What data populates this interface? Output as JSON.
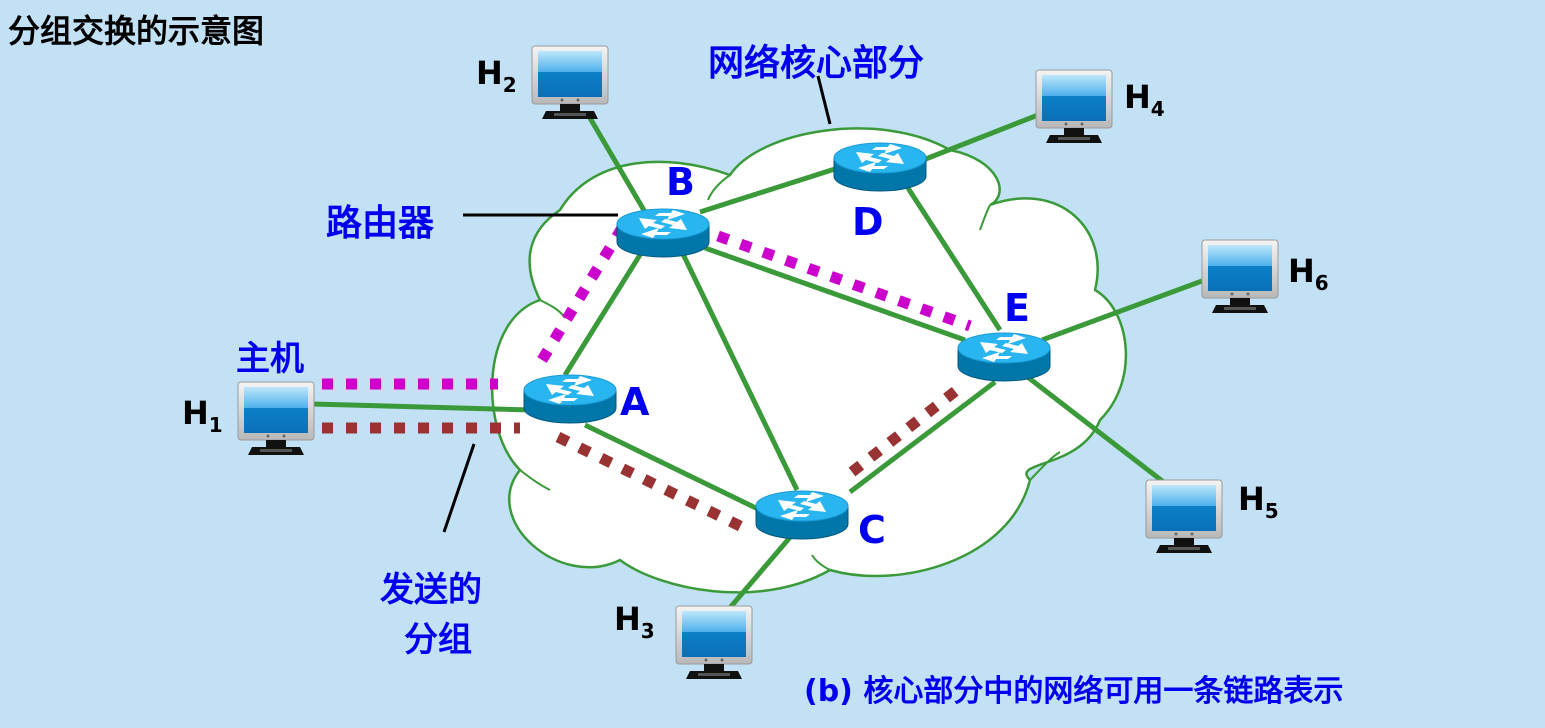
{
  "title": "分组交换的示意图",
  "labels": {
    "network_core": "网络核心部分",
    "router": "路由器",
    "host": "主机",
    "sent_packet_line1": "发送的",
    "sent_packet_line2": "分组",
    "caption": "(b) 核心部分中的网络可用一条链路表示"
  },
  "routers": [
    {
      "id": "A",
      "label": "A"
    },
    {
      "id": "B",
      "label": "B"
    },
    {
      "id": "C",
      "label": "C"
    },
    {
      "id": "D",
      "label": "D"
    },
    {
      "id": "E",
      "label": "E"
    }
  ],
  "hosts": [
    {
      "id": "H1",
      "base": "H",
      "sub": "1",
      "connected_to": "A"
    },
    {
      "id": "H2",
      "base": "H",
      "sub": "2",
      "connected_to": "B"
    },
    {
      "id": "H3",
      "base": "H",
      "sub": "3",
      "connected_to": "C"
    },
    {
      "id": "H4",
      "base": "H",
      "sub": "4",
      "connected_to": "D"
    },
    {
      "id": "H5",
      "base": "H",
      "sub": "5",
      "connected_to": "E"
    },
    {
      "id": "H6",
      "base": "H",
      "sub": "6",
      "connected_to": "E"
    }
  ],
  "links": [
    [
      "A",
      "B"
    ],
    [
      "A",
      "C"
    ],
    [
      "B",
      "C"
    ],
    [
      "B",
      "D"
    ],
    [
      "B",
      "E"
    ],
    [
      "D",
      "E"
    ],
    [
      "C",
      "E"
    ]
  ],
  "packet_paths": [
    {
      "name": "magenta-path",
      "route": [
        "H1",
        "A",
        "B",
        "E"
      ],
      "color": "#cc00cc"
    },
    {
      "name": "brown-path",
      "route": [
        "H1",
        "A",
        "C",
        "E"
      ],
      "color": "#993333"
    }
  ],
  "colors": {
    "background": "#c3e1f5",
    "link": "#3a9a3a",
    "label_blue": "#0000ee",
    "router_top": "#29b6f0",
    "router_side": "#0077a8"
  }
}
